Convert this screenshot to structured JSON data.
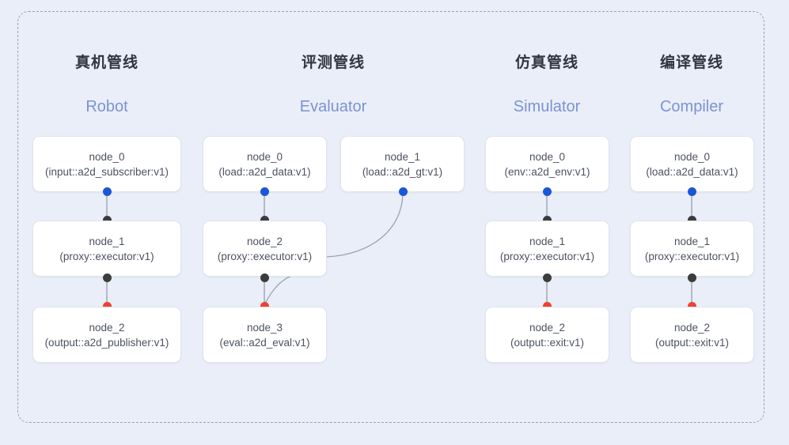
{
  "diagram": {
    "background_color": "#eaeef8",
    "frame_style": "dashed-rounded",
    "port_colors": {
      "input": "#1a56d6",
      "relay": "#3c3c3c",
      "output": "#ef4130"
    },
    "columns": [
      {
        "id": "robot",
        "title_cn": "真机管线",
        "title_en": "Robot",
        "nodes": [
          {
            "name": "node_0",
            "type": "(input::a2d_subscriber:v1)"
          },
          {
            "name": "node_1",
            "type": "(proxy::executor:v1)"
          },
          {
            "name": "node_2",
            "type": "(output::a2d_publisher:v1)"
          }
        ]
      },
      {
        "id": "evaluator",
        "title_cn": "评测管线",
        "title_en": "Evaluator",
        "nodes": [
          {
            "name": "node_0",
            "type": "(load::a2d_data:v1)"
          },
          {
            "name": "node_1",
            "type": "(load::a2d_gt:v1)"
          },
          {
            "name": "node_2",
            "type": "(proxy::executor:v1)"
          },
          {
            "name": "node_3",
            "type": "(eval::a2d_eval:v1)"
          }
        ]
      },
      {
        "id": "simulator",
        "title_cn": "仿真管线",
        "title_en": "Simulator",
        "nodes": [
          {
            "name": "node_0",
            "type": "(env::a2d_env:v1)"
          },
          {
            "name": "node_1",
            "type": "(proxy::executor:v1)"
          },
          {
            "name": "node_2",
            "type": "(output::exit:v1)"
          }
        ]
      },
      {
        "id": "compiler",
        "title_cn": "编译管线",
        "title_en": "Compiler",
        "nodes": [
          {
            "name": "node_0",
            "type": "(load::a2d_data:v1)"
          },
          {
            "name": "node_1",
            "type": "(proxy::executor:v1)"
          },
          {
            "name": "node_2",
            "type": "(output::exit:v1)"
          }
        ]
      }
    ]
  }
}
